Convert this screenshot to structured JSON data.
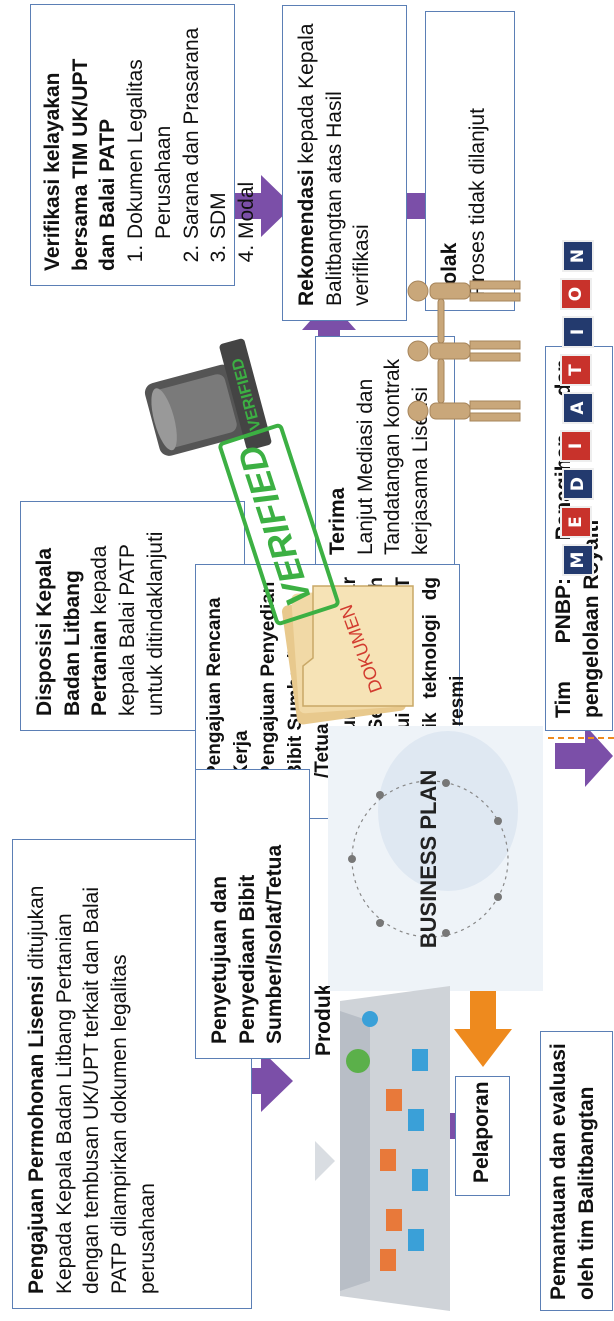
{
  "boxes": {
    "pengajuan": {
      "title": "Pengajuan Permohonan Lisensi",
      "text": " ditujukan Kepada Kepala Badan Litbang Pertanian dengan tembusan UK/UPT terkait dan Balai PATP dilampirkan dokumen legalitas perusahaan"
    },
    "disposisi": {
      "title": "Disposisi Kepala Badan Litbang Pertanian",
      "text": " kepada kepala Balai PATP untuk ditindaklanjuti"
    },
    "verifikasi": {
      "title": "Verifikasi kelayakan bersama TIM UK/UPT dan Balai PATP",
      "items": [
        "Dokumen Legalitas Perusahaan",
        "Sarana dan Prasarana",
        "SDM",
        "Modal"
      ]
    },
    "rekomendasi": {
      "title": "Rekomendasi",
      "text": " kepada Kepala Balitbangtan atas Hasil verifikasi"
    },
    "tolak": {
      "title": "Tolak",
      "text": "Proses tidak dilanjut"
    },
    "terima": {
      "title": "Terima",
      "text": "Lanjut Mediasi dan Tandatangan kontrak kerjasama Lisensi"
    },
    "pengajuan_rencana": {
      "items": [
        "Pengajuan Rencana Kerja",
        "Pengajuan Penyedian Bibit Sumber/Isolat /Tetua",
        "Pengurusan izin edar dan Sertifikasi benih melalui UK/UPT pemilik teknologi dg surat resmi"
      ]
    },
    "penyetujuan": {
      "text": "Penyetujuan dan Penyediaan Bibit Sumber/Isolat/Tetua"
    },
    "produksi": {
      "text": "Produksi"
    },
    "pelaporan": {
      "text": "Pelaporan"
    },
    "pemantauan": {
      "text": "Pemantauan dan evaluasi oleh tim Balitbangtan"
    },
    "pnbp": {
      "text": "Tim PNBP: Penagihan dan pengelolaan Royalti"
    }
  },
  "images": {
    "dokumen_label": "DOKUMEN",
    "verified_stamp": "VERIFIED",
    "stamp_text": "VERIFIED",
    "business_plan": "BUSINESS PLAN",
    "mediation_letters": [
      "M",
      "E",
      "D",
      "I",
      "A",
      "T",
      "I",
      "O",
      "N"
    ]
  },
  "colors": {
    "arrow": "#7b4fa8",
    "border": "#5b7fb5",
    "orange_arrow": "#ee8a1e",
    "stamp_green": "#3cb043"
  }
}
